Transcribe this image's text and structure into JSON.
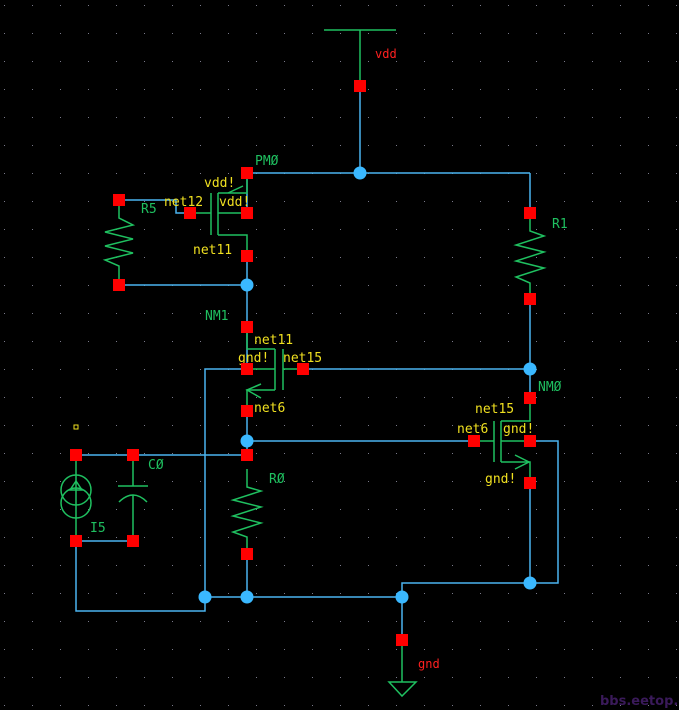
{
  "schematic": {
    "title": "Bias circuit schematic",
    "instances": [
      {
        "id": "PM0",
        "label": "PMØ",
        "type": "pmos"
      },
      {
        "id": "NM1",
        "label": "NM1",
        "type": "nmos"
      },
      {
        "id": "NM0",
        "label": "NMØ",
        "type": "nmos"
      },
      {
        "id": "R1",
        "label": "R1",
        "type": "resistor"
      },
      {
        "id": "R5",
        "label": "R5",
        "type": "resistor"
      },
      {
        "id": "R0",
        "label": "RØ",
        "type": "resistor"
      },
      {
        "id": "C0",
        "label": "CØ",
        "type": "capacitor"
      },
      {
        "id": "I5",
        "label": "I5",
        "type": "current-source"
      }
    ],
    "pins": {
      "vdd": "vdd",
      "gnd": "gnd"
    },
    "net_labels": {
      "pm0_bulk_top": "vdd!",
      "pm0_gate": "net12",
      "pm0_bulk": "vdd!",
      "pm0_drain": "net11",
      "nm1_drain": "net11",
      "nm1_bulk": "gnd!",
      "nm1_gate": "net15",
      "nm1_source": "net6",
      "nm0_drain": "net15",
      "nm0_gate": "net6",
      "nm0_bulk": "gnd!",
      "nm0_source": "gnd!"
    },
    "watermark": "bbs.eetop.cn",
    "colors": {
      "background": "#000000",
      "wire": "#4ab4f0",
      "symbol": "#1fc060",
      "pin": "#ff0000",
      "net_label": "#f0e020",
      "pin_label": "#ff2020"
    }
  }
}
